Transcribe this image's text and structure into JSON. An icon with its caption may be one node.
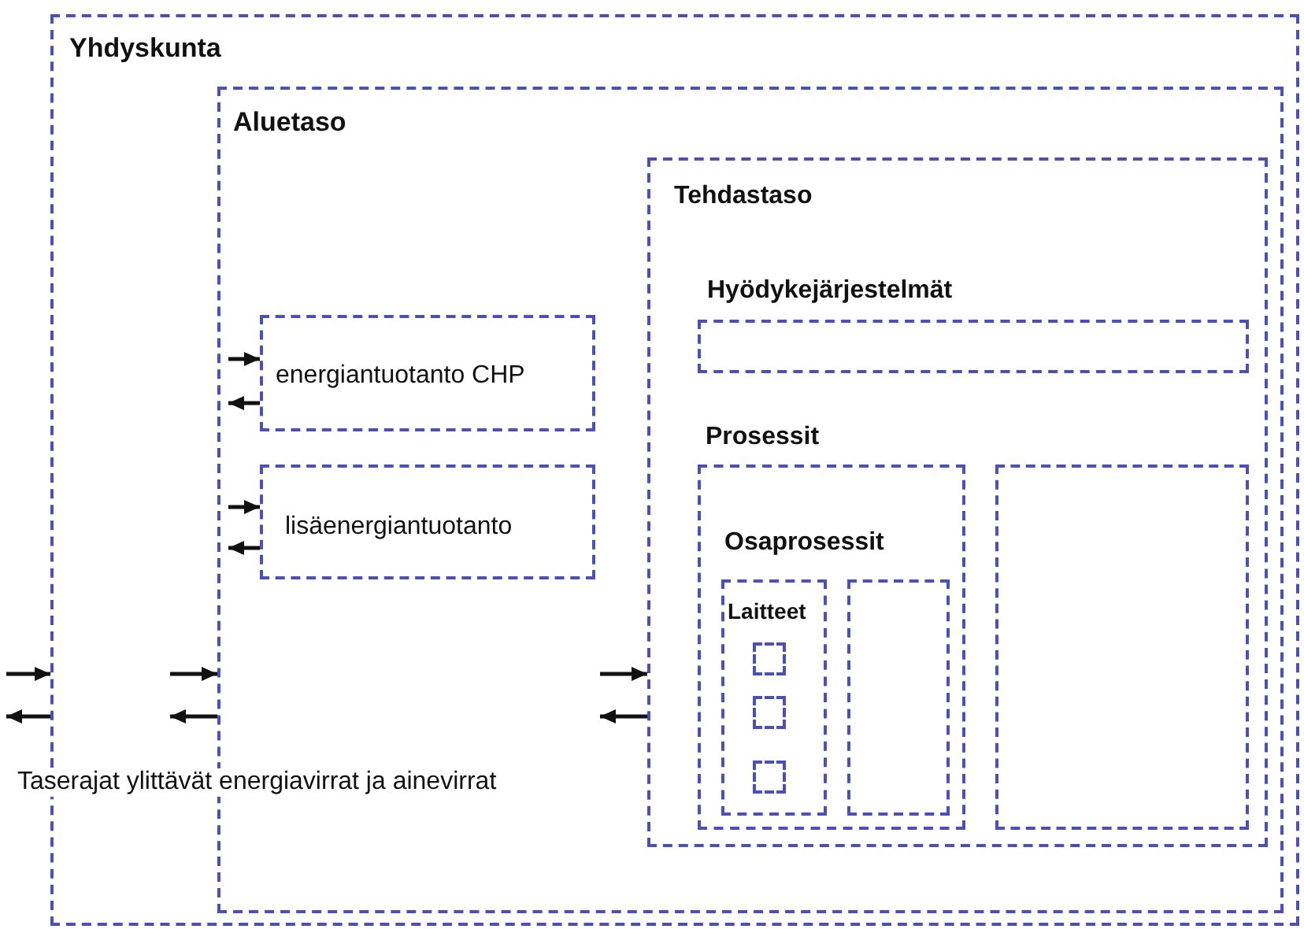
{
  "diagram": {
    "nodes": [
      {
        "text": [
          "Yhdyskunta"
        ]
      },
      {
        "text": [
          "Aluetaso"
        ],
        "in": 0
      },
      {
        "text": [
          "energiantuotanto CHP"
        ],
        "in": 1
      },
      {
        "text": [
          "lisäenergiantuotanto"
        ],
        "in": 1
      },
      {
        "text": [
          "Tehdastaso"
        ],
        "in": 1
      },
      {
        "text": [
          "Hyödykejärjestelmät"
        ],
        "in": 4
      },
      {
        "text": [
          "Prosessit"
        ],
        "in": 4
      },
      {
        "text": [
          "Osaprosessit",
          "Laitteet"
        ],
        "in": 6
      },
      {
        "text": [],
        "shape": "box",
        "in": 7
      },
      {
        "text": [],
        "shape": "box",
        "in": 7
      },
      {
        "text": [],
        "shape": "box",
        "in": 7
      },
      {
        "text": [],
        "shape": "box",
        "in": 6
      },
      {
        "text": [],
        "shape": "box",
        "in": 4
      }
    ],
    "edges": [
      {
        "from": null,
        "to": 2,
        "arrow": "to"
      },
      {
        "from": 2,
        "to": null,
        "arrow": "to"
      },
      {
        "from": null,
        "to": 3,
        "arrow": "to"
      },
      {
        "from": 3,
        "to": null,
        "arrow": "to"
      },
      {
        "from": null,
        "to": 0,
        "arrow": "to"
      },
      {
        "from": 0,
        "to": null,
        "arrow": "to"
      },
      {
        "from": null,
        "to": 1,
        "arrow": "to"
      },
      {
        "from": 1,
        "to": null,
        "arrow": "to"
      },
      {
        "from": null,
        "to": 4,
        "arrow": "to"
      },
      {
        "from": 4,
        "to": null,
        "arrow": "to"
      }
    ],
    "labels": [
      "Taserajat ylittävät energiavirrat ja ainevirrat"
    ]
  }
}
